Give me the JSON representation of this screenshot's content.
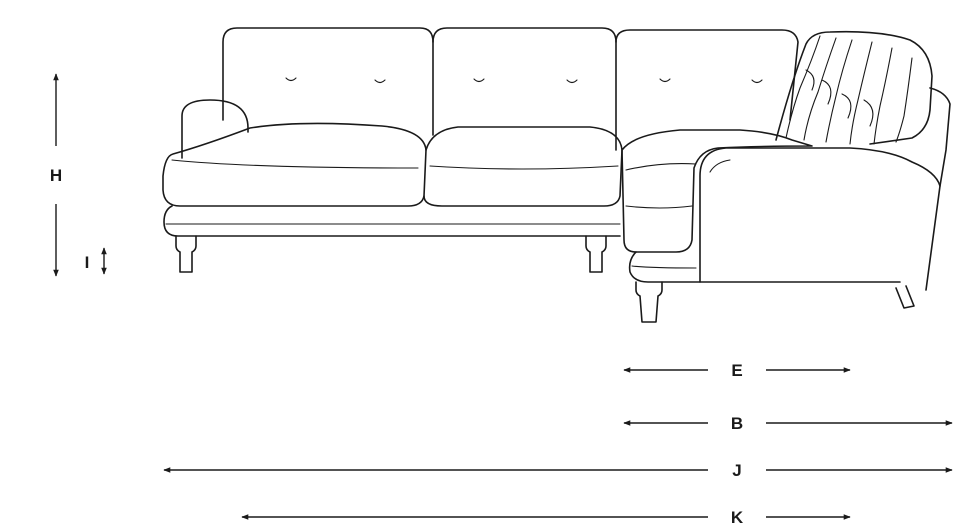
{
  "dimensions": {
    "height": "H",
    "seat_height": "I",
    "chaise_depth": "E",
    "corner_width": "B",
    "overall_width": "J",
    "seat_width": "K"
  },
  "colors": {
    "line": "#1a1a1a",
    "background": "#ffffff"
  }
}
